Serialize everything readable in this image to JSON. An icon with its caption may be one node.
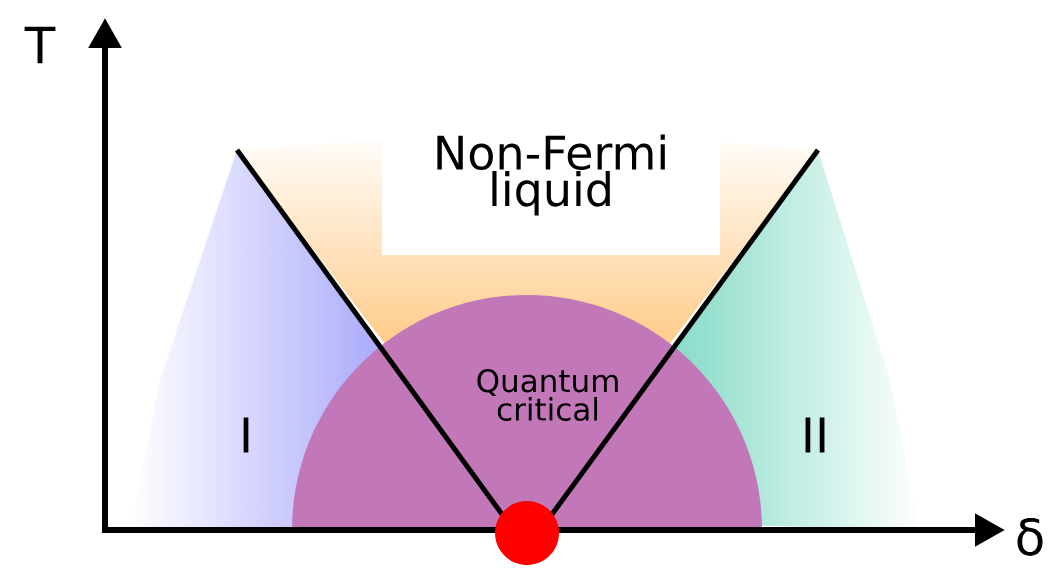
{
  "diagram": {
    "nodes": [
      {
        "text": [
          "Non-Fermi liquid"
        ]
      },
      {
        "text": [
          "Quantum critical"
        ]
      },
      {
        "text": [],
        "shape": "circle"
      }
    ],
    "labels": [
      "T",
      "I",
      "II",
      "δ"
    ]
  }
}
